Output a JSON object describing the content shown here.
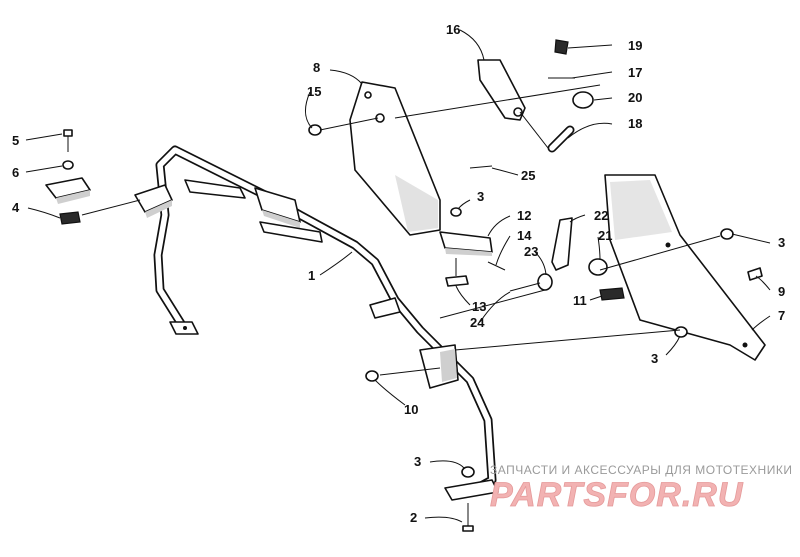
{
  "watermark": {
    "tagline": "ЗАПЧАСТИ И АКСЕССУАРЫ ДЛЯ МОТОТЕХНИКИ",
    "brand": "PARTSFOR.RU"
  },
  "callouts": [
    {
      "id": "c1",
      "number": "1"
    },
    {
      "id": "c2",
      "number": "2"
    },
    {
      "id": "c3a",
      "number": "3"
    },
    {
      "id": "c3b",
      "number": "3"
    },
    {
      "id": "c3c",
      "number": "3"
    },
    {
      "id": "c3d",
      "number": "3"
    },
    {
      "id": "c4",
      "number": "4"
    },
    {
      "id": "c5",
      "number": "5"
    },
    {
      "id": "c6",
      "number": "6"
    },
    {
      "id": "c7",
      "number": "7"
    },
    {
      "id": "c8",
      "number": "8"
    },
    {
      "id": "c9",
      "number": "9"
    },
    {
      "id": "c10",
      "number": "10"
    },
    {
      "id": "c11",
      "number": "11"
    },
    {
      "id": "c12",
      "number": "12"
    },
    {
      "id": "c13",
      "number": "13"
    },
    {
      "id": "c14",
      "number": "14"
    },
    {
      "id": "c15",
      "number": "15"
    },
    {
      "id": "c16",
      "number": "16"
    },
    {
      "id": "c17",
      "number": "17"
    },
    {
      "id": "c18",
      "number": "18"
    },
    {
      "id": "c19",
      "number": "19"
    },
    {
      "id": "c20",
      "number": "20"
    },
    {
      "id": "c21",
      "number": "21"
    },
    {
      "id": "c22",
      "number": "22"
    },
    {
      "id": "c23",
      "number": "23"
    },
    {
      "id": "c24",
      "number": "24"
    },
    {
      "id": "c25",
      "number": "25"
    }
  ]
}
